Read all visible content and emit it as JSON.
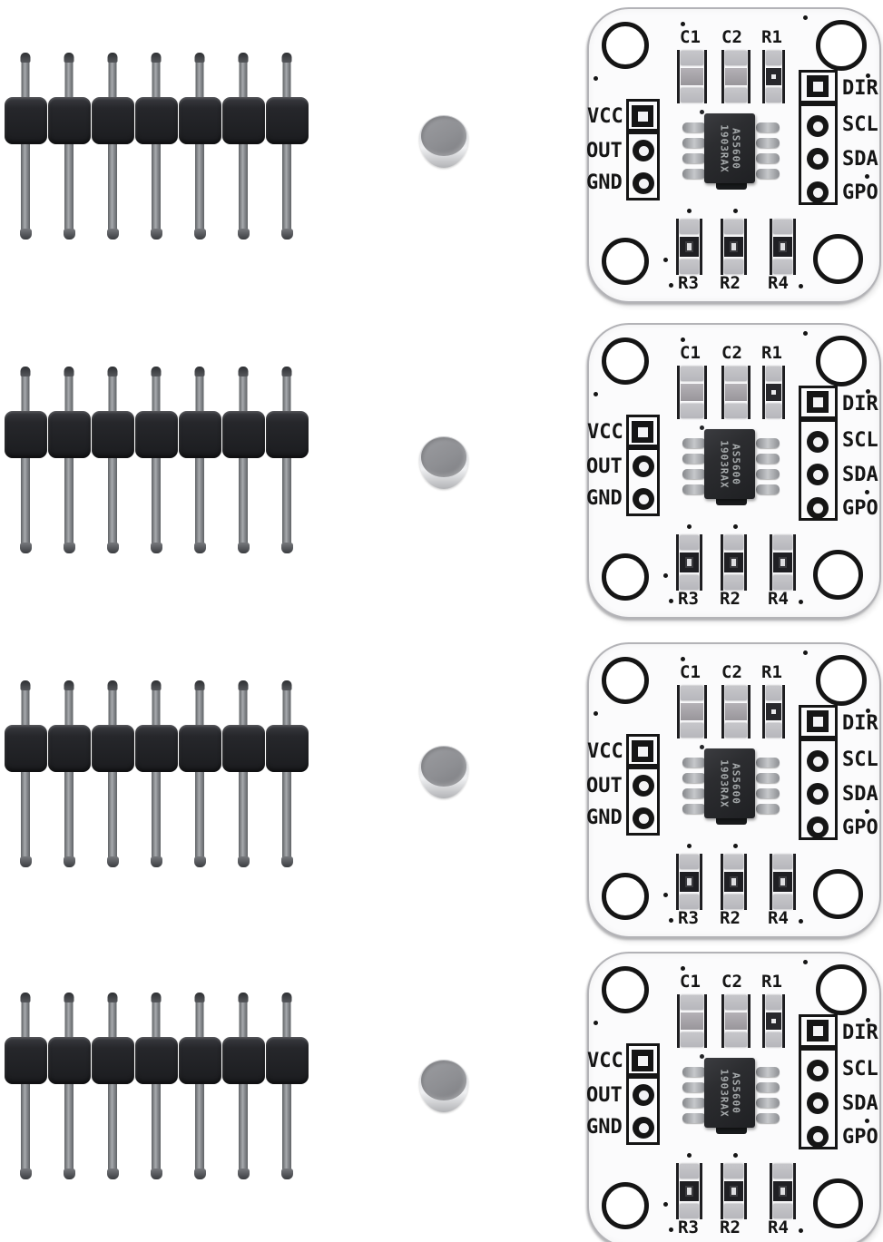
{
  "scene": {
    "set_count": 4,
    "background": "#ffffff"
  },
  "pin_header": {
    "pin_count": 7
  },
  "pcb": {
    "top_labels": [
      "C1",
      "C2",
      "R1"
    ],
    "left_pins": [
      "VCC",
      "OUT",
      "GND"
    ],
    "right_pins": [
      "DIR",
      "SCL",
      "SDA",
      "GPO"
    ],
    "bottom_labels": [
      "R3",
      "R2",
      "R4"
    ],
    "chip_marking": {
      "line1": "AS5600",
      "line2": "1903RAX"
    }
  },
  "colors": {
    "background": "#ffffff",
    "header_plastic_dark": "#1b1c1f",
    "header_plastic_light": "#3a3b40",
    "pin_metal_light": "#a8abae",
    "pin_metal_dark": "#5f6265",
    "pcb_substrate": "#fbfbfc",
    "pcb_edge": "#b3b3b7",
    "silkscreen": "#151515",
    "pad_gray": "#b7b7bc",
    "component_dark": "#28282c",
    "chip_body": "#2c2d30",
    "chip_text": "#a6aaac",
    "magnet_top": "#8e8f93",
    "magnet_side_light": "#f0f1f3",
    "magnet_side_dark": "#b2b3b6"
  }
}
